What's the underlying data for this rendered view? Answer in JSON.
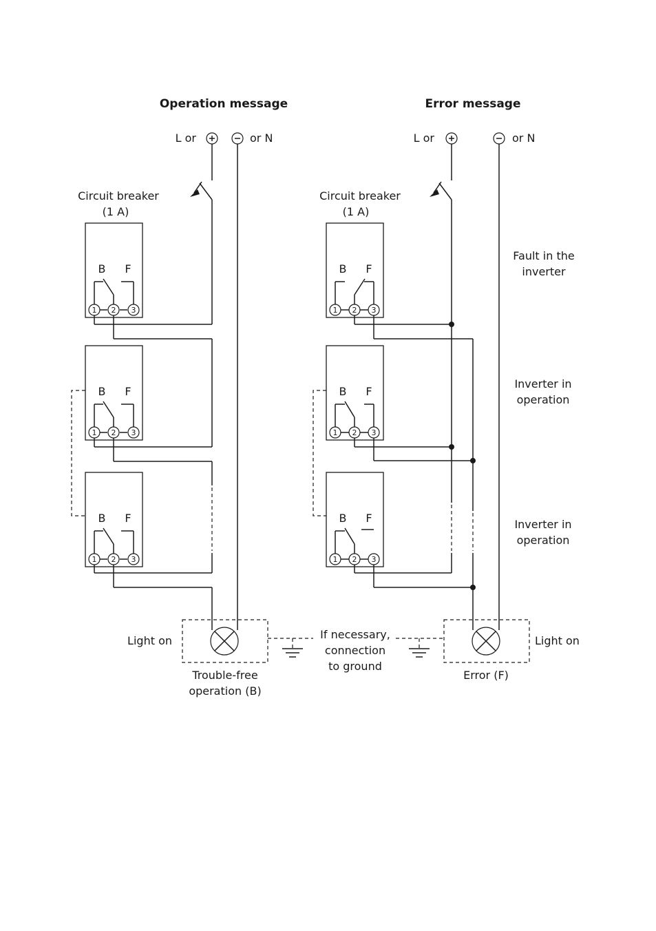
{
  "left_panel": {
    "title": "Operation message",
    "l_or": "L or",
    "or_n": "or N",
    "circuit_breaker_line1": "Circuit breaker",
    "circuit_breaker_line2": "(1 A)",
    "light_on": "Light on",
    "lamp_line1": "Trouble-free",
    "lamp_line2": "operation (B)"
  },
  "right_panel": {
    "title": "Error message",
    "l_or": "L or",
    "or_n": "or N",
    "circuit_breaker_line1": "Circuit breaker",
    "circuit_breaker_line2": "(1 A)",
    "light_on": "Light on",
    "lamp_label": "Error (F)",
    "state_1_line1": "Fault in the",
    "state_1_line2": "inverter",
    "state_2_line1": "Inverter in",
    "state_2_line2": "operation",
    "state_3_line1": "Inverter in",
    "state_3_line2": "operation"
  },
  "ground_note": {
    "line1": "If necessary,",
    "line2": "connection",
    "line3": "to ground"
  },
  "relay": {
    "contact_b": "B",
    "contact_f": "F",
    "terminal_1": "1",
    "terminal_2": "2",
    "terminal_3": "3"
  }
}
